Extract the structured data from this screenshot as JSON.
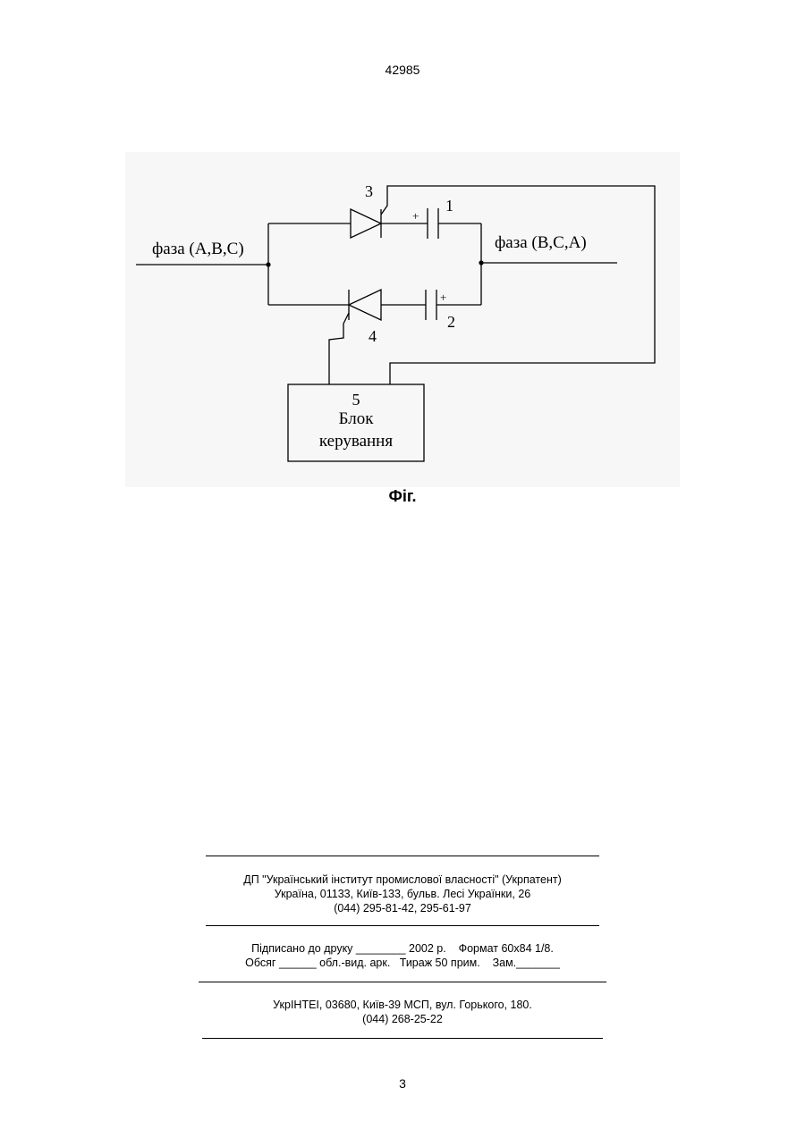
{
  "header": {
    "patent_number": "42985"
  },
  "figure": {
    "labels": {
      "input_phase": "фаза (А,В,С)",
      "output_phase": "фаза (В,С,А)",
      "ref_1": "1",
      "ref_2": "2",
      "ref_3": "3",
      "ref_4": "4",
      "ref_5": "5",
      "plus_top": "+",
      "plus_bottom": "+",
      "block_line1": "Блок",
      "block_line2": "керування"
    },
    "caption": "Фіг."
  },
  "imprint": {
    "org": {
      "line1": "ДП \"Український інститут промислової власності\" (Укрпатент)",
      "line2": "Україна, 01133, Київ-133, бульв. Лесі Українки, 26",
      "line3": "(044) 295-81-42, 295-61-97"
    },
    "print": {
      "line1": "Підписано до друку ________ 2002 р.    Формат 60х84 1/8.",
      "line2": "Обсяг ______ обл.-вид. арк.   Тираж 50 прим.    Зам._______"
    },
    "printer": {
      "line1": "УкрІНТЕІ, 03680, Київ-39 МСП, вул. Горького, 180.",
      "line2": "(044) 268-25-22"
    }
  },
  "footer": {
    "page_number": "3"
  }
}
